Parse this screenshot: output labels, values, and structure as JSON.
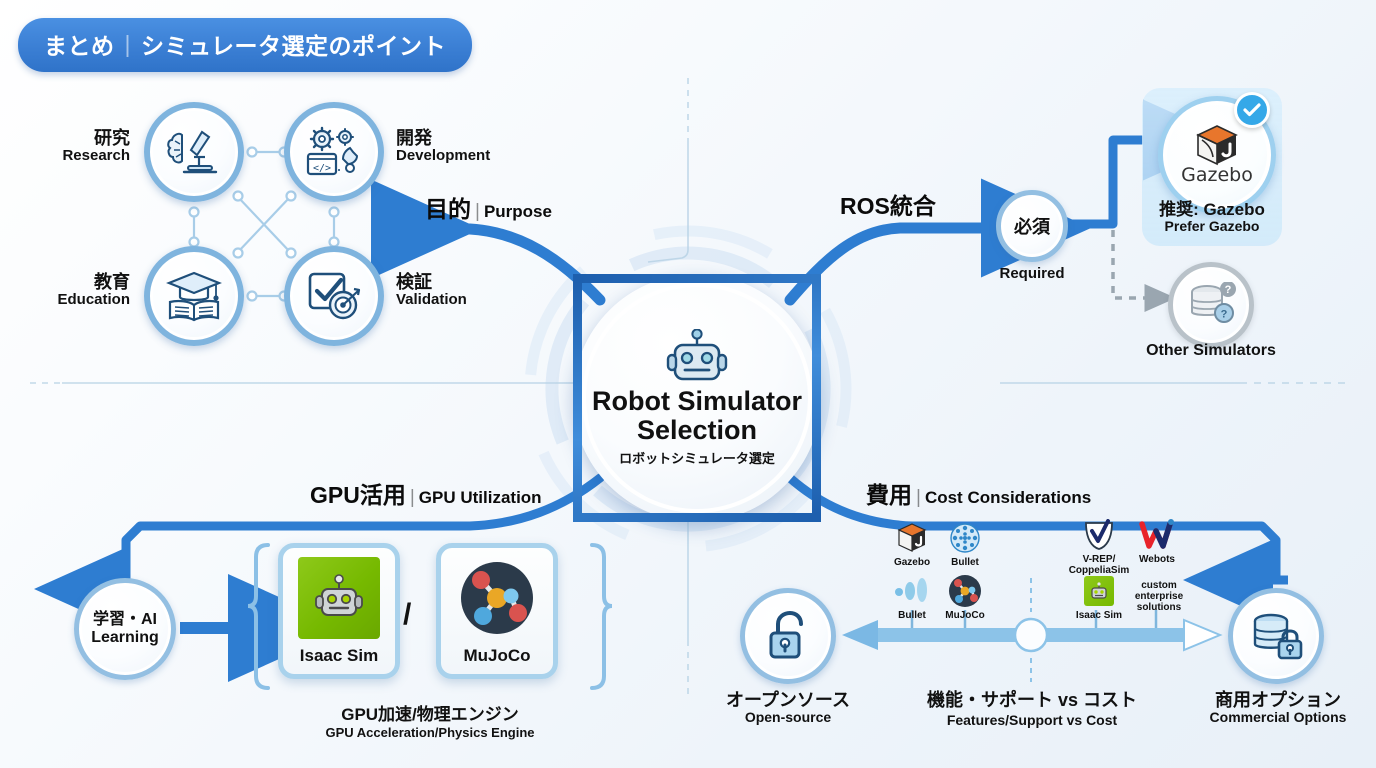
{
  "title": {
    "ja": "まとめ",
    "separator": "|",
    "rest": "シミュレータ選定のポイント"
  },
  "hub": {
    "line1": "Robot Simulator",
    "line2": "Selection",
    "subtitle": "ロボットシミュレータ選定",
    "icon": "robot-head-icon"
  },
  "branches": {
    "purpose": {
      "ja": "目的",
      "sep": "|",
      "en": "Purpose"
    },
    "ros": {
      "ja": "ROS統合",
      "sep": "",
      "en": ""
    },
    "gpu": {
      "ja": "GPU活用",
      "sep": "|",
      "en": "GPU Utilization"
    },
    "cost": {
      "ja": "費用",
      "sep": "|",
      "en": "Cost Considerations"
    }
  },
  "purpose_nodes": [
    {
      "ja": "研究",
      "en": "Research",
      "icon": "brain-microscope-icon"
    },
    {
      "ja": "開発",
      "en": "Development",
      "icon": "gears-wrench-code-icon"
    },
    {
      "ja": "教育",
      "en": "Education",
      "icon": "graduation-cap-book-icon"
    },
    {
      "ja": "検証",
      "en": "Validation",
      "icon": "checkbox-target-icon"
    }
  ],
  "ros_branch": {
    "decision": {
      "ja": "必須",
      "en": "Required"
    },
    "recommended": {
      "logo_text": "Gazebo",
      "label_ja": "推奨: Gazebo",
      "label_en": "Prefer Gazebo",
      "badge": "check-badge-icon"
    },
    "alternative": {
      "label": "Other Simulators",
      "icon": "database-question-icon"
    }
  },
  "gpu_branch": {
    "source": {
      "ja": "学習・AI",
      "en": "Learning"
    },
    "tiles": [
      {
        "name": "Isaac Sim",
        "icon": "isaac-sim-robot-icon"
      },
      {
        "name": "MuJoCo",
        "icon": "mujoco-molecule-icon"
      }
    ],
    "divider": "/",
    "caption_ja": "GPU加速/物理エンジン",
    "caption_en": "GPU Acceleration/Physics Engine"
  },
  "cost_branch": {
    "left_node": {
      "ja": "オープンソース",
      "en": "Open-source",
      "icon": "unlocked-padlock-icon"
    },
    "right_node": {
      "ja": "商用オプション",
      "en": "Commercial Options",
      "icon": "database-lock-icon"
    },
    "axis_caption_ja": "機能・サポート vs コスト",
    "axis_caption_en": "Features/Support vs Cost",
    "items": [
      {
        "label": "Gazebo",
        "icon": "gazebo-cube-icon",
        "side": "open-source"
      },
      {
        "label": "Bullet",
        "icon": "bullet-sphere-icon",
        "side": "open-source"
      },
      {
        "label": "Bullet",
        "icon": "bullet-dots-icon",
        "side": "open-source"
      },
      {
        "label": "MuJoCo",
        "icon": "mujoco-molecule-icon",
        "side": "open-source"
      },
      {
        "label": "V-REP/\nCoppeliaSim",
        "icon": "coppeliasim-check-icon",
        "side": "commercial"
      },
      {
        "label": "Webots",
        "icon": "webots-w-icon",
        "side": "commercial"
      },
      {
        "label": "Isaac Sim",
        "icon": "isaac-sim-green-icon",
        "side": "commercial"
      },
      {
        "label": "custom\nenterprise\nsolutions",
        "icon": "",
        "side": "commercial"
      }
    ]
  },
  "colors": {
    "accent_blue": "#2E7DD1",
    "deep_blue": "#1d5fae",
    "light_blue": "#7fb4de",
    "pale_blue": "#cfe4f5",
    "grey": "#b9c2c9",
    "nvidia_green": "#76B900",
    "gazebo_orange": "#E8762C",
    "webots_red": "#E8232A",
    "webots_navy": "#1B2A6B"
  }
}
